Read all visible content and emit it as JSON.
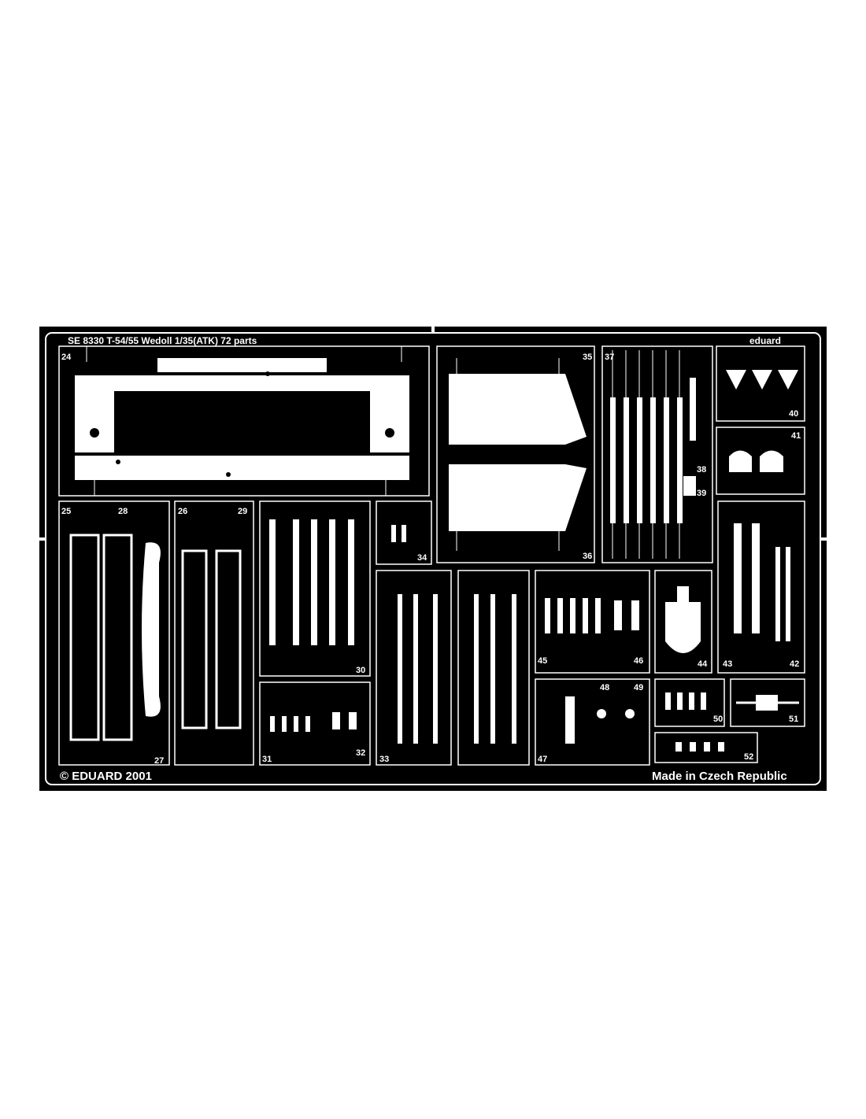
{
  "fret": {
    "header_text": "SE 8330 T-54/55 Wedoll 1/35(ATK) 72   parts",
    "logo_text": "eduard",
    "copyright": "© EDUARD 2001",
    "made_in": "Made in Czech Republic",
    "colors": {
      "background": "#ffffff",
      "metal": "#ffffff",
      "void": "#000000"
    }
  },
  "parts": {
    "p24": "24",
    "p25": "25",
    "p26": "26",
    "p27": "27",
    "p28": "28",
    "p29": "29",
    "p30": "30",
    "p31": "31",
    "p32": "32",
    "p33": "33",
    "p34": "34",
    "p35": "35",
    "p36": "36",
    "p37": "37",
    "p38": "38",
    "p39": "39",
    "p40": "40",
    "p41": "41",
    "p42": "42",
    "p43": "43",
    "p44": "44",
    "p45": "45",
    "p46": "46",
    "p47": "47",
    "p48": "48",
    "p49": "49",
    "p50": "50",
    "p51": "51",
    "p52": "52"
  }
}
